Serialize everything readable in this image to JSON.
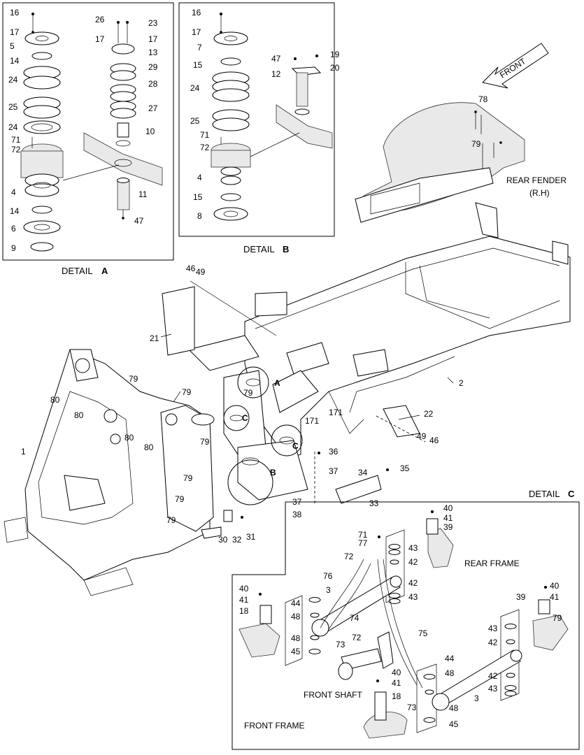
{
  "detail_a": {
    "title": "DETAIL",
    "letter": "A",
    "callouts": [
      "16",
      "17",
      "5",
      "14",
      "24",
      "25",
      "24",
      "71",
      "72",
      "4",
      "14",
      "6",
      "9",
      "26",
      "23",
      "17",
      "17",
      "13",
      "29",
      "28",
      "27",
      "10",
      "11",
      "47"
    ]
  },
  "detail_b": {
    "title": "DETAIL",
    "letter": "B",
    "callouts": [
      "16",
      "17",
      "7",
      "15",
      "24",
      "25",
      "71",
      "72",
      "4",
      "15",
      "8",
      "47",
      "19",
      "12",
      "20"
    ]
  },
  "detail_c": {
    "title": "DETAIL",
    "letter": "C",
    "rear_frame": "REAR FRAME",
    "front_frame": "FRONT FRAME",
    "front_shaft": "FRONT SHAFT",
    "callouts": [
      "40",
      "41",
      "39",
      "71",
      "77",
      "43",
      "42",
      "72",
      "42",
      "43",
      "76",
      "3",
      "40",
      "41",
      "18",
      "44",
      "48",
      "48",
      "45",
      "74",
      "73",
      "72",
      "75",
      "40",
      "41",
      "39",
      "79",
      "43",
      "42",
      "42",
      "43",
      "44",
      "48",
      "40",
      "41",
      "18",
      "73",
      "3",
      "48",
      "45"
    ]
  },
  "front_arrow": "FRONT",
  "rear_fender": {
    "line1": "REAR FENDER",
    "line2": "(R.H)"
  },
  "rear_fender_callouts": [
    "78",
    "79"
  ],
  "main_callouts": [
    "46",
    "49",
    "21",
    "79",
    "79",
    "80",
    "80",
    "80",
    "80",
    "79",
    "1",
    "79",
    "79",
    "79",
    "79",
    "A",
    "C",
    "171",
    "171",
    "C",
    "36",
    "37",
    "B",
    "37",
    "38",
    "30",
    "32",
    "31",
    "34",
    "35",
    "33",
    "2",
    "22",
    "49",
    "46"
  ]
}
